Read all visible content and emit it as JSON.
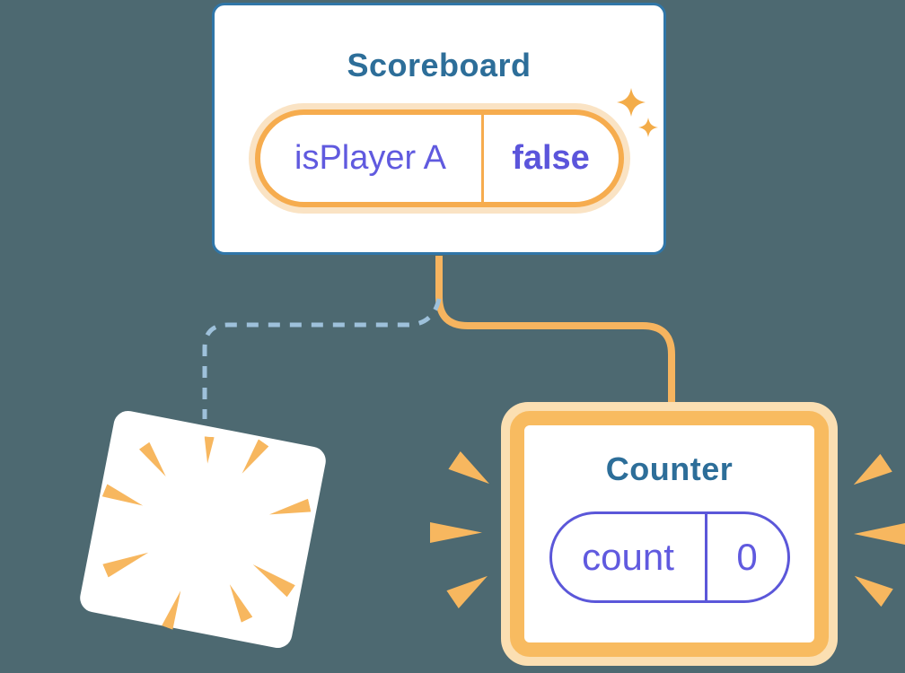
{
  "diagram": {
    "description": "React docs illustration: when state changes, the Scoreboard re-renders; the old child component poofs away and a new Counter is created with fresh state",
    "scoreboard": {
      "title": "Scoreboard",
      "state_pill": {
        "name": "isPlayer A",
        "value": "false"
      }
    },
    "counter": {
      "title": "Counter",
      "state_pill": {
        "name": "count",
        "value": "0"
      }
    },
    "connectors": {
      "solid_orange": "scoreboard to counter (mounted branch)",
      "dashed_blue": "scoreboard to destroyed component (unmounted branch)"
    },
    "icons": {
      "sparkle": "sparkle-icon (two four-pointed stars beside state pill)",
      "poof": "poof-burst-icon (radial burst on disappearing card)",
      "emphasis": "emphasis-lines-icon (wedges flanking the Counter card)"
    }
  },
  "colors": {
    "background": "#4D6971",
    "card_border_blue": "#3076A8",
    "heading_teal": "#2D6E99",
    "state_purple": "#605ADF",
    "state_purple_bold": "#5B55DB",
    "pill_border_purple": "#5B57D9",
    "accent_orange": "#F6AC4E",
    "accent_orange_light": "#FAE3C4",
    "counter_border_orange": "#F8BB60",
    "counter_border_peach": "#FBDFB2",
    "connector_orange": "#F6B45F",
    "connector_dashed_blue": "#9EC1DB",
    "burst_orange": "#F7B75F"
  }
}
